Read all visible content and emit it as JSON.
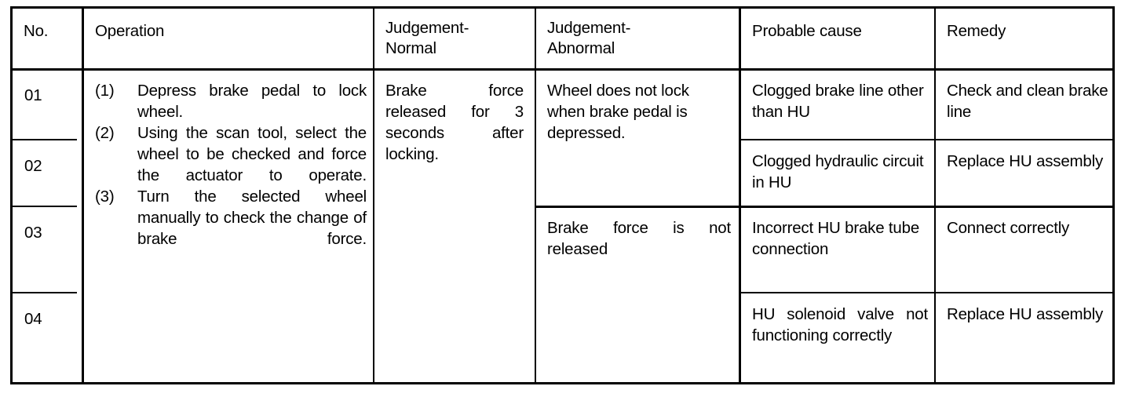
{
  "document": {
    "type": "diagnostic-procedure-table",
    "frame_color": "#000000",
    "background_color": "#ffffff"
  },
  "table": {
    "columns": [
      {
        "key": "no",
        "header": "No."
      },
      {
        "key": "operation",
        "header": "Operation"
      },
      {
        "key": "normal",
        "header": "Judgement-\nNormal"
      },
      {
        "key": "abnormal",
        "header": "Judgement-\nAbnormal"
      },
      {
        "key": "cause",
        "header": "Probable cause"
      },
      {
        "key": "remedy",
        "header": "Remedy"
      }
    ],
    "row_numbers": [
      "01",
      "02",
      "03",
      "04"
    ],
    "operation": {
      "steps": [
        {
          "marker": "(1)",
          "text": "Depress brake pedal to lock wheel."
        },
        {
          "marker": "(2)",
          "text": "Using the scan tool, select the wheel to be checked and force the actuator to operate."
        },
        {
          "marker": "(3)",
          "text": "Turn the selected wheel manually to check the change of brake force."
        }
      ]
    },
    "judgement_normal": "Brake force released for 3 seconds after locking.",
    "judgement_abnormal": [
      "Wheel does not lock when brake pedal is depressed.",
      "Brake force is not released"
    ],
    "probable_cause": [
      "Clogged brake line other than HU",
      "Clogged hydraulic circuit in HU",
      "Incorrect HU brake tube connection",
      "HU solenoid valve not functioning correctly"
    ],
    "remedy": [
      "Check and clean brake line",
      "Replace HU assembly",
      "Connect correctly",
      "Replace HU assembly"
    ]
  }
}
